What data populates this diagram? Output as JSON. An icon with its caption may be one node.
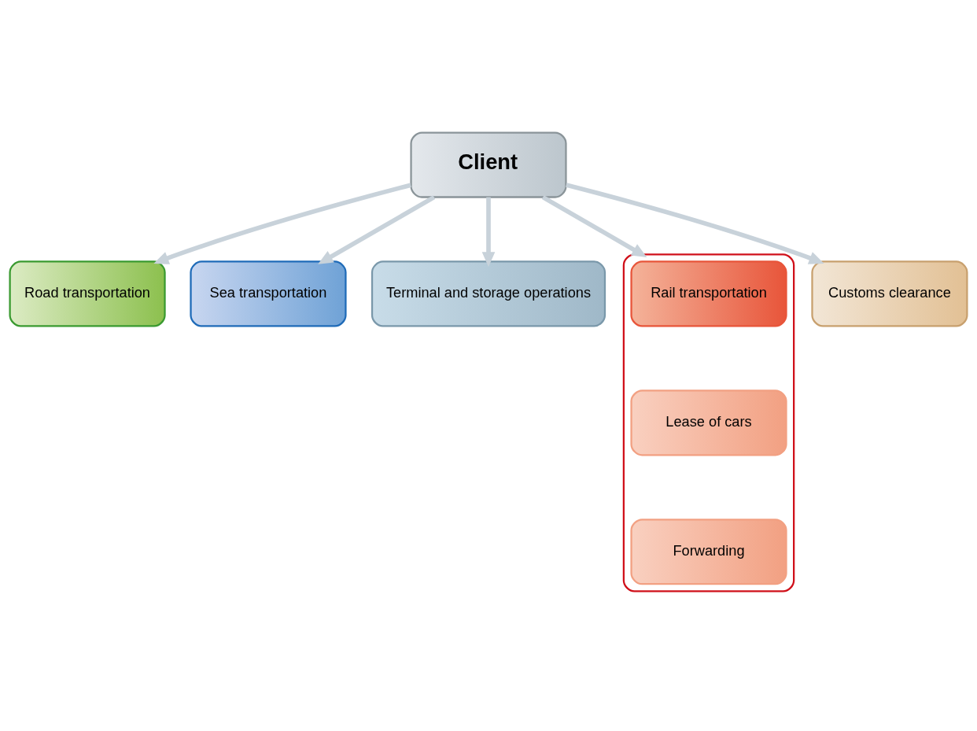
{
  "diagram": {
    "nodes": [
      {
        "text": [
          "Client"
        ]
      },
      {
        "text": [
          "Road transportation"
        ]
      },
      {
        "text": [
          "Sea transportation"
        ]
      },
      {
        "text": [
          "Terminal and storage operations"
        ]
      },
      {
        "text": [],
        "shape": "box"
      },
      {
        "text": [
          "Rail transportation"
        ],
        "in": 4
      },
      {
        "text": [
          "Lease of cars"
        ],
        "in": 4
      },
      {
        "text": [
          "Forwarding"
        ],
        "in": 4
      },
      {
        "text": [
          "Customs clearance"
        ]
      }
    ],
    "edges": [
      {
        "from": 0,
        "to": 1,
        "arrow": "to"
      },
      {
        "from": 0,
        "to": 2,
        "arrow": "to"
      },
      {
        "from": 0,
        "to": 3,
        "arrow": "to"
      },
      {
        "from": 0,
        "to": 4,
        "arrow": "to"
      },
      {
        "from": 0,
        "to": 8,
        "arrow": "to"
      }
    ]
  }
}
